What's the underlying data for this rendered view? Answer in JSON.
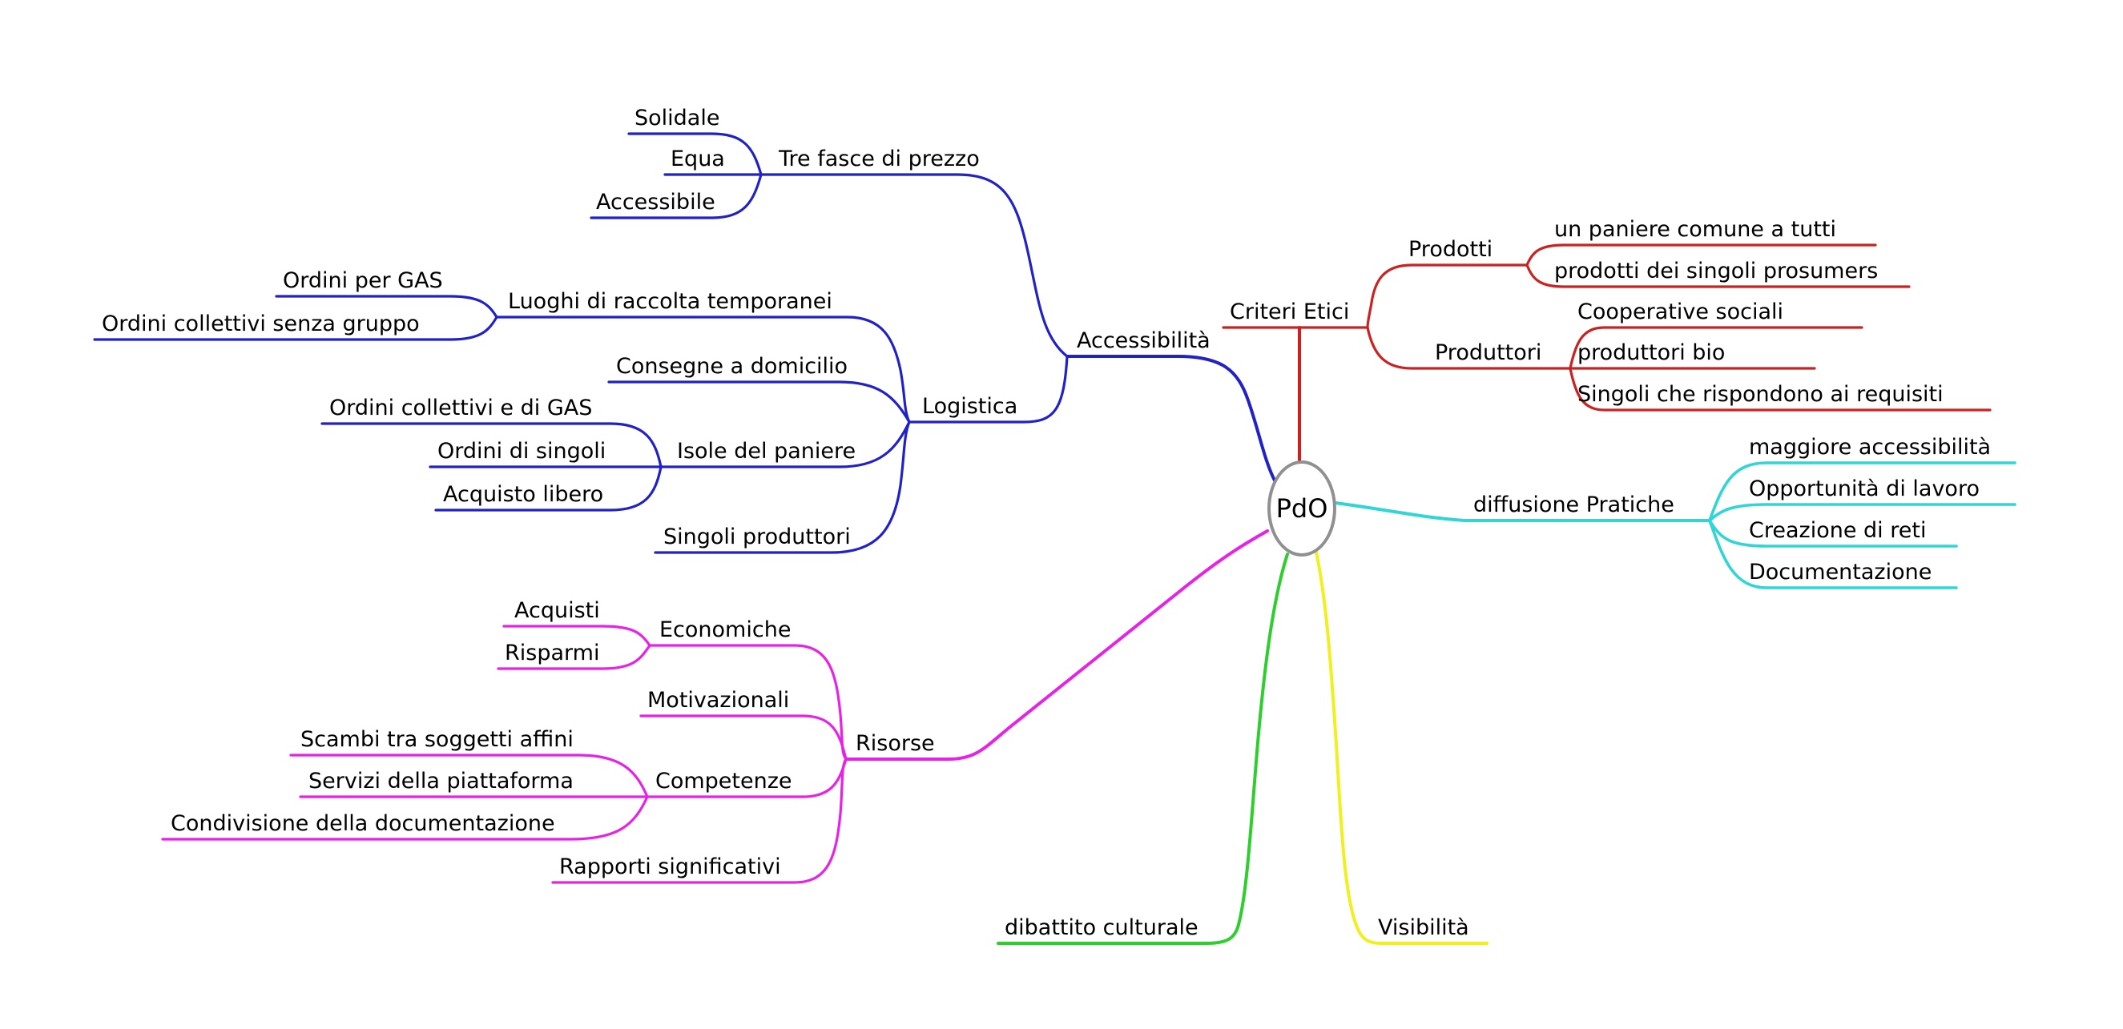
{
  "root": {
    "label": "PdO"
  },
  "colors": {
    "accessibilita_branch": "#2121c8",
    "criteri_etici_branch": "#cc2121",
    "diffusione_pratiche_branch": "#30d5d5",
    "risorse_branch": "#e622e6",
    "dibattito_branch": "#2ece2e",
    "visibilita_branch": "#f0f020",
    "root_ellipse_border": "#909090",
    "text": "#000000",
    "background": "#ffffff"
  },
  "mindmap": {
    "branches": [
      {
        "label": "Accessibilità",
        "color": "#2121c8",
        "children": [
          {
            "label": "Tre fasce di prezzo",
            "children": [
              {
                "label": "Solidale"
              },
              {
                "label": "Equa"
              },
              {
                "label": "Accessibile"
              }
            ]
          },
          {
            "label": "Logistica",
            "children": [
              {
                "label": "Luoghi di raccolta temporanei",
                "children": [
                  {
                    "label": "Ordini per GAS"
                  },
                  {
                    "label": "Ordini collettivi senza gruppo"
                  }
                ]
              },
              {
                "label": "Consegne a domicilio"
              },
              {
                "label": "Isole del paniere",
                "children": [
                  {
                    "label": "Ordini collettivi e di GAS"
                  },
                  {
                    "label": "Ordini di singoli"
                  },
                  {
                    "label": "Acquisto libero"
                  }
                ]
              },
              {
                "label": "Singoli produttori"
              }
            ]
          }
        ]
      },
      {
        "label": "Criteri Etici",
        "color": "#cc2121",
        "children": [
          {
            "label": "Prodotti",
            "children": [
              {
                "label": "un paniere comune a tutti"
              },
              {
                "label": "prodotti dei singoli prosumers"
              }
            ]
          },
          {
            "label": "Produttori",
            "children": [
              {
                "label": "Cooperative sociali"
              },
              {
                "label": "produttori bio"
              },
              {
                "label": "Singoli che rispondono ai requisiti"
              }
            ]
          }
        ]
      },
      {
        "label": "diffusione Pratiche",
        "color": "#30d5d5",
        "children": [
          {
            "label": "maggiore accessibilità"
          },
          {
            "label": "Opportunità di lavoro"
          },
          {
            "label": "Creazione di reti"
          },
          {
            "label": "Documentazione"
          }
        ]
      },
      {
        "label": "Risorse",
        "color": "#e622e6",
        "children": [
          {
            "label": "Economiche",
            "children": [
              {
                "label": "Acquisti"
              },
              {
                "label": "Risparmi"
              }
            ]
          },
          {
            "label": "Motivazionali"
          },
          {
            "label": "Competenze",
            "children": [
              {
                "label": "Scambi tra soggetti affini"
              },
              {
                "label": "Servizi della piattaforma"
              },
              {
                "label": "Condivisione della documentazione"
              }
            ]
          },
          {
            "label": "Rapporti significativi"
          }
        ]
      },
      {
        "label": "dibattito culturale",
        "color": "#2ece2e",
        "children": []
      },
      {
        "label": "Visibilità",
        "color": "#f0f020",
        "children": []
      }
    ]
  }
}
